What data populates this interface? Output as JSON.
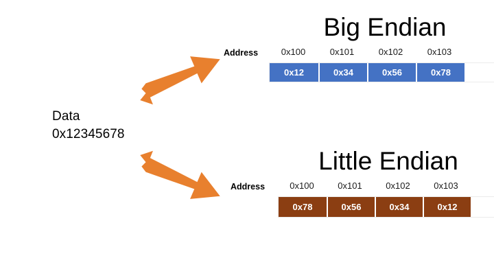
{
  "diagram": {
    "source": {
      "label": "Data",
      "value": "0x12345678"
    },
    "arrows": [
      {
        "name": "arrow-to-big-endian",
        "direction": "up-right",
        "color": "#E8802E"
      },
      {
        "name": "arrow-to-little-endian",
        "direction": "down-right",
        "color": "#E8802E"
      }
    ],
    "big_endian": {
      "title": "Big Endian",
      "address_label": "Address",
      "addresses": [
        "0x100",
        "0x101",
        "0x102",
        "0x103"
      ],
      "bytes": [
        "0x12",
        "0x34",
        "0x56",
        "0x78"
      ],
      "cell_color": "#4472C4"
    },
    "little_endian": {
      "title": "Little Endian",
      "address_label": "Address",
      "addresses": [
        "0x100",
        "0x101",
        "0x102",
        "0x103"
      ],
      "bytes": [
        "0x78",
        "0x56",
        "0x34",
        "0x12"
      ],
      "cell_color": "#8B3E12"
    },
    "colors": {
      "background": "#FFFFFF",
      "accent_orange": "#E8802E",
      "accent_blue": "#4472C4",
      "accent_brown": "#8B3E12",
      "text": "#000000"
    }
  }
}
